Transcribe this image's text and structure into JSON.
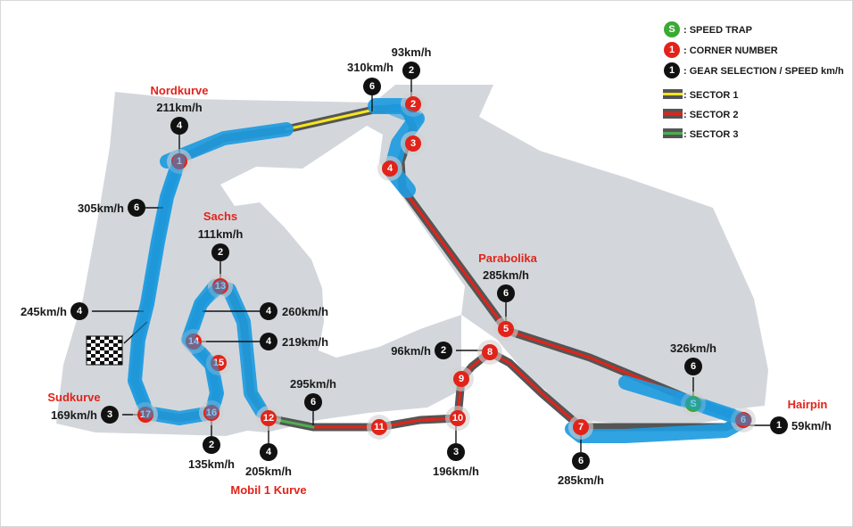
{
  "legend": {
    "speed_trap": {
      "symbol": "S",
      "label": ": SPEED TRAP"
    },
    "corner_number": {
      "symbol": "1",
      "label": ": CORNER NUMBER"
    },
    "gear_selection": {
      "symbol": "1",
      "label": ": GEAR SELECTION / SPEED km/h"
    },
    "sector1": {
      "label": ": SECTOR 1",
      "color": "#f5e61e"
    },
    "sector2": {
      "label": ": SECTOR 2",
      "color": "#e2231a"
    },
    "sector3": {
      "label": ": SECTOR 3",
      "color": "#4caf50"
    }
  },
  "colors": {
    "runoff": "#d3d7dc",
    "track": "#555555",
    "drs_zone": "#1e9be0",
    "corner_badge": "#e2231a",
    "gear_badge": "#111111",
    "speed_trap_badge": "#3aaa35"
  },
  "corner_names": {
    "nordkurve": "Nordkurve",
    "sachs": "Sachs",
    "sudkurve": "Sudkurve",
    "parabolika": "Parabolika",
    "hairpin": "Hairpin",
    "mobil1": "Mobil 1 Kurve"
  },
  "corners": [
    "1",
    "2",
    "3",
    "4",
    "5",
    "6",
    "7",
    "8",
    "9",
    "10",
    "11",
    "12",
    "13",
    "14",
    "15",
    "16",
    "17"
  ],
  "speed_trap": "S",
  "gears": [
    {
      "gear": "2",
      "speed": "93km/h"
    },
    {
      "gear": "6",
      "speed": "310km/h"
    },
    {
      "gear": "4",
      "speed": "211km/h"
    },
    {
      "gear": "6",
      "speed": "305km/h"
    },
    {
      "gear": "2",
      "speed": "111km/h"
    },
    {
      "gear": "4",
      "speed": "245km/h"
    },
    {
      "gear": "4",
      "speed": "260km/h"
    },
    {
      "gear": "4",
      "speed": "219km/h"
    },
    {
      "gear": "3",
      "speed": "169km/h"
    },
    {
      "gear": "2",
      "speed": "135km/h"
    },
    {
      "gear": "4",
      "speed": "205km/h"
    },
    {
      "gear": "6",
      "speed": "295km/h"
    },
    {
      "gear": "6",
      "speed": "285km/h"
    },
    {
      "gear": "2",
      "speed": "96km/h"
    },
    {
      "gear": "3",
      "speed": "196km/h"
    },
    {
      "gear": "6",
      "speed": "326km/h"
    },
    {
      "gear": "1",
      "speed": "59km/h"
    },
    {
      "gear": "6",
      "speed": "285km/h"
    }
  ]
}
